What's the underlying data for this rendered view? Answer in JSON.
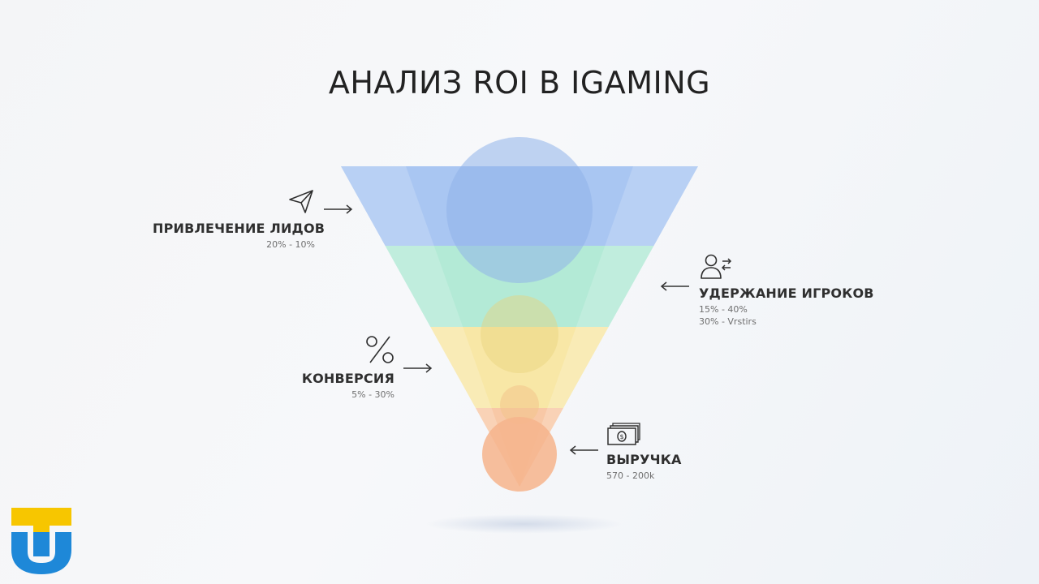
{
  "title": "АНАЛИЗ ROI В IGAMING",
  "stages": [
    {
      "id": "leads",
      "label": "ПРИВЛЕЧЕНИЕ ЛИДОВ",
      "lines": [
        "20% - 10%"
      ],
      "icon": "paper-plane-icon",
      "color": "#9fbff0"
    },
    {
      "id": "retention",
      "label": "УДЕРЖАНИЕ ИГРОКОВ",
      "lines": [
        "15% - 40%",
        "30% - Vrstirs"
      ],
      "icon": "user-switch-icon",
      "color": "#a8e6cf"
    },
    {
      "id": "conversion",
      "label": "КОНВЕРСИЯ",
      "lines": [
        "5% - 30%"
      ],
      "icon": "percent-icon",
      "color": "#f7e39a"
    },
    {
      "id": "revenue",
      "label": "ВЫРУЧКА",
      "lines": [
        "570 - 200k"
      ],
      "icon": "money-icon",
      "color": "#f6b88f"
    }
  ],
  "logo": {
    "colors": {
      "top": "#f7c600",
      "bottom": "#1e88d8"
    }
  }
}
